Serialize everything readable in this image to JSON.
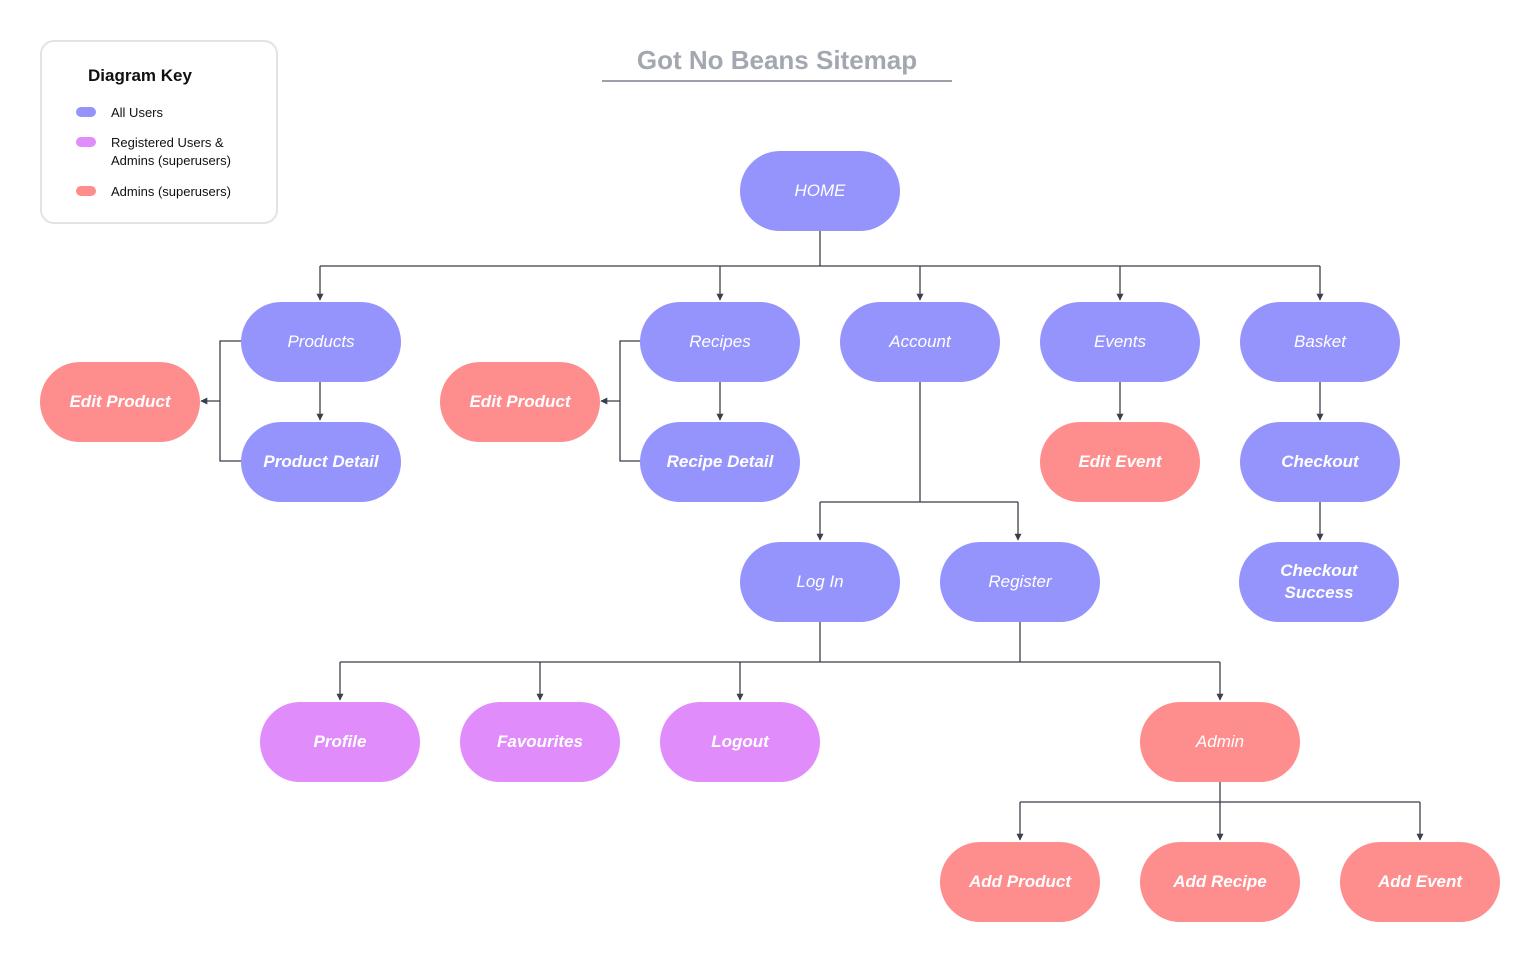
{
  "title": "Got No Beans Sitemap",
  "legend": {
    "title": "Diagram Key",
    "items": [
      {
        "label": "All Users",
        "color": "#9494fc"
      },
      {
        "label": "Registered Users & Admins (superusers)",
        "color": "#e08cfa"
      },
      {
        "label": "Admins (superusers)",
        "color": "#fe8d8d"
      }
    ]
  },
  "colors": {
    "all_users": "#9494fc",
    "registered": "#e08cfa",
    "admins": "#fe8d8d",
    "connector": "#3b3f4a"
  },
  "nodes": {
    "home": "HOME",
    "products": "Products",
    "recipes": "Recipes",
    "account": "Account",
    "events": "Events",
    "basket": "Basket",
    "edit_product_1": "Edit Product",
    "product_detail": "Product Detail",
    "edit_product_2": "Edit Product",
    "recipe_detail": "Recipe Detail",
    "edit_event": "Edit Event",
    "checkout": "Checkout",
    "checkout_success": "Checkout Success",
    "log_in": "Log In",
    "register": "Register",
    "profile": "Profile",
    "favourites": "Favourites",
    "logout": "Logout",
    "admin": "Admin",
    "add_product": "Add Product",
    "add_recipe": "Add Recipe",
    "add_event": "Add Event"
  }
}
